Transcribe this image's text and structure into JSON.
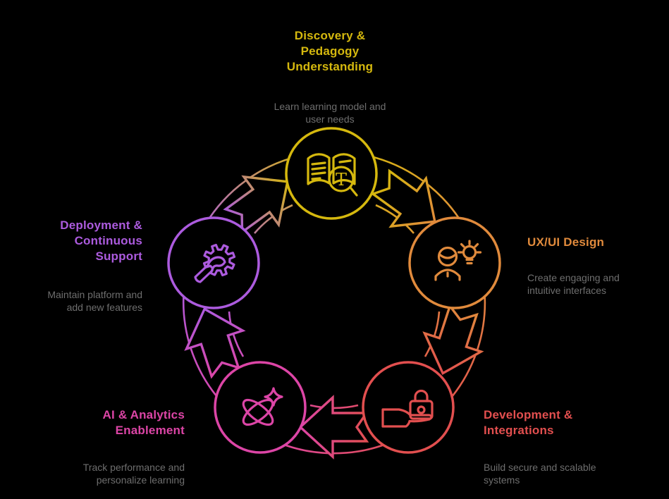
{
  "background_color": "#000000",
  "text_color_secondary": "#6E6E6E",
  "stages": [
    {
      "name": "discovery-pedagogy-understanding",
      "title": "Discovery &\nPedagogy\nUnderstanding",
      "subtitle": "Learn learning model and\nuser needs",
      "color": "#D5B80E",
      "icon": "book-magnifier-icon"
    },
    {
      "name": "ux-ui-design",
      "title": "UX/UI Design",
      "subtitle": "Create engaging and\nintuitive interfaces",
      "color": "#E08A3C",
      "icon": "person-lightbulb-icon"
    },
    {
      "name": "development-integrations",
      "title": "Development &\nIntegrations",
      "subtitle": "Build secure and scalable\nsystems",
      "color": "#E24F4F",
      "icon": "hand-lock-icon"
    },
    {
      "name": "ai-analytics-enablement",
      "title": "AI & Analytics\nEnablement",
      "subtitle": "Track performance and\npersonalize learning",
      "color": "#DC45A6",
      "icon": "atom-sparkle-icon"
    },
    {
      "name": "deployment-continuous-support",
      "title": "Deployment &\nContinuous\nSupport",
      "subtitle": "Maintain platform and\nadd new features",
      "color": "#AC5BDE",
      "icon": "wrench-gear-icon"
    }
  ]
}
